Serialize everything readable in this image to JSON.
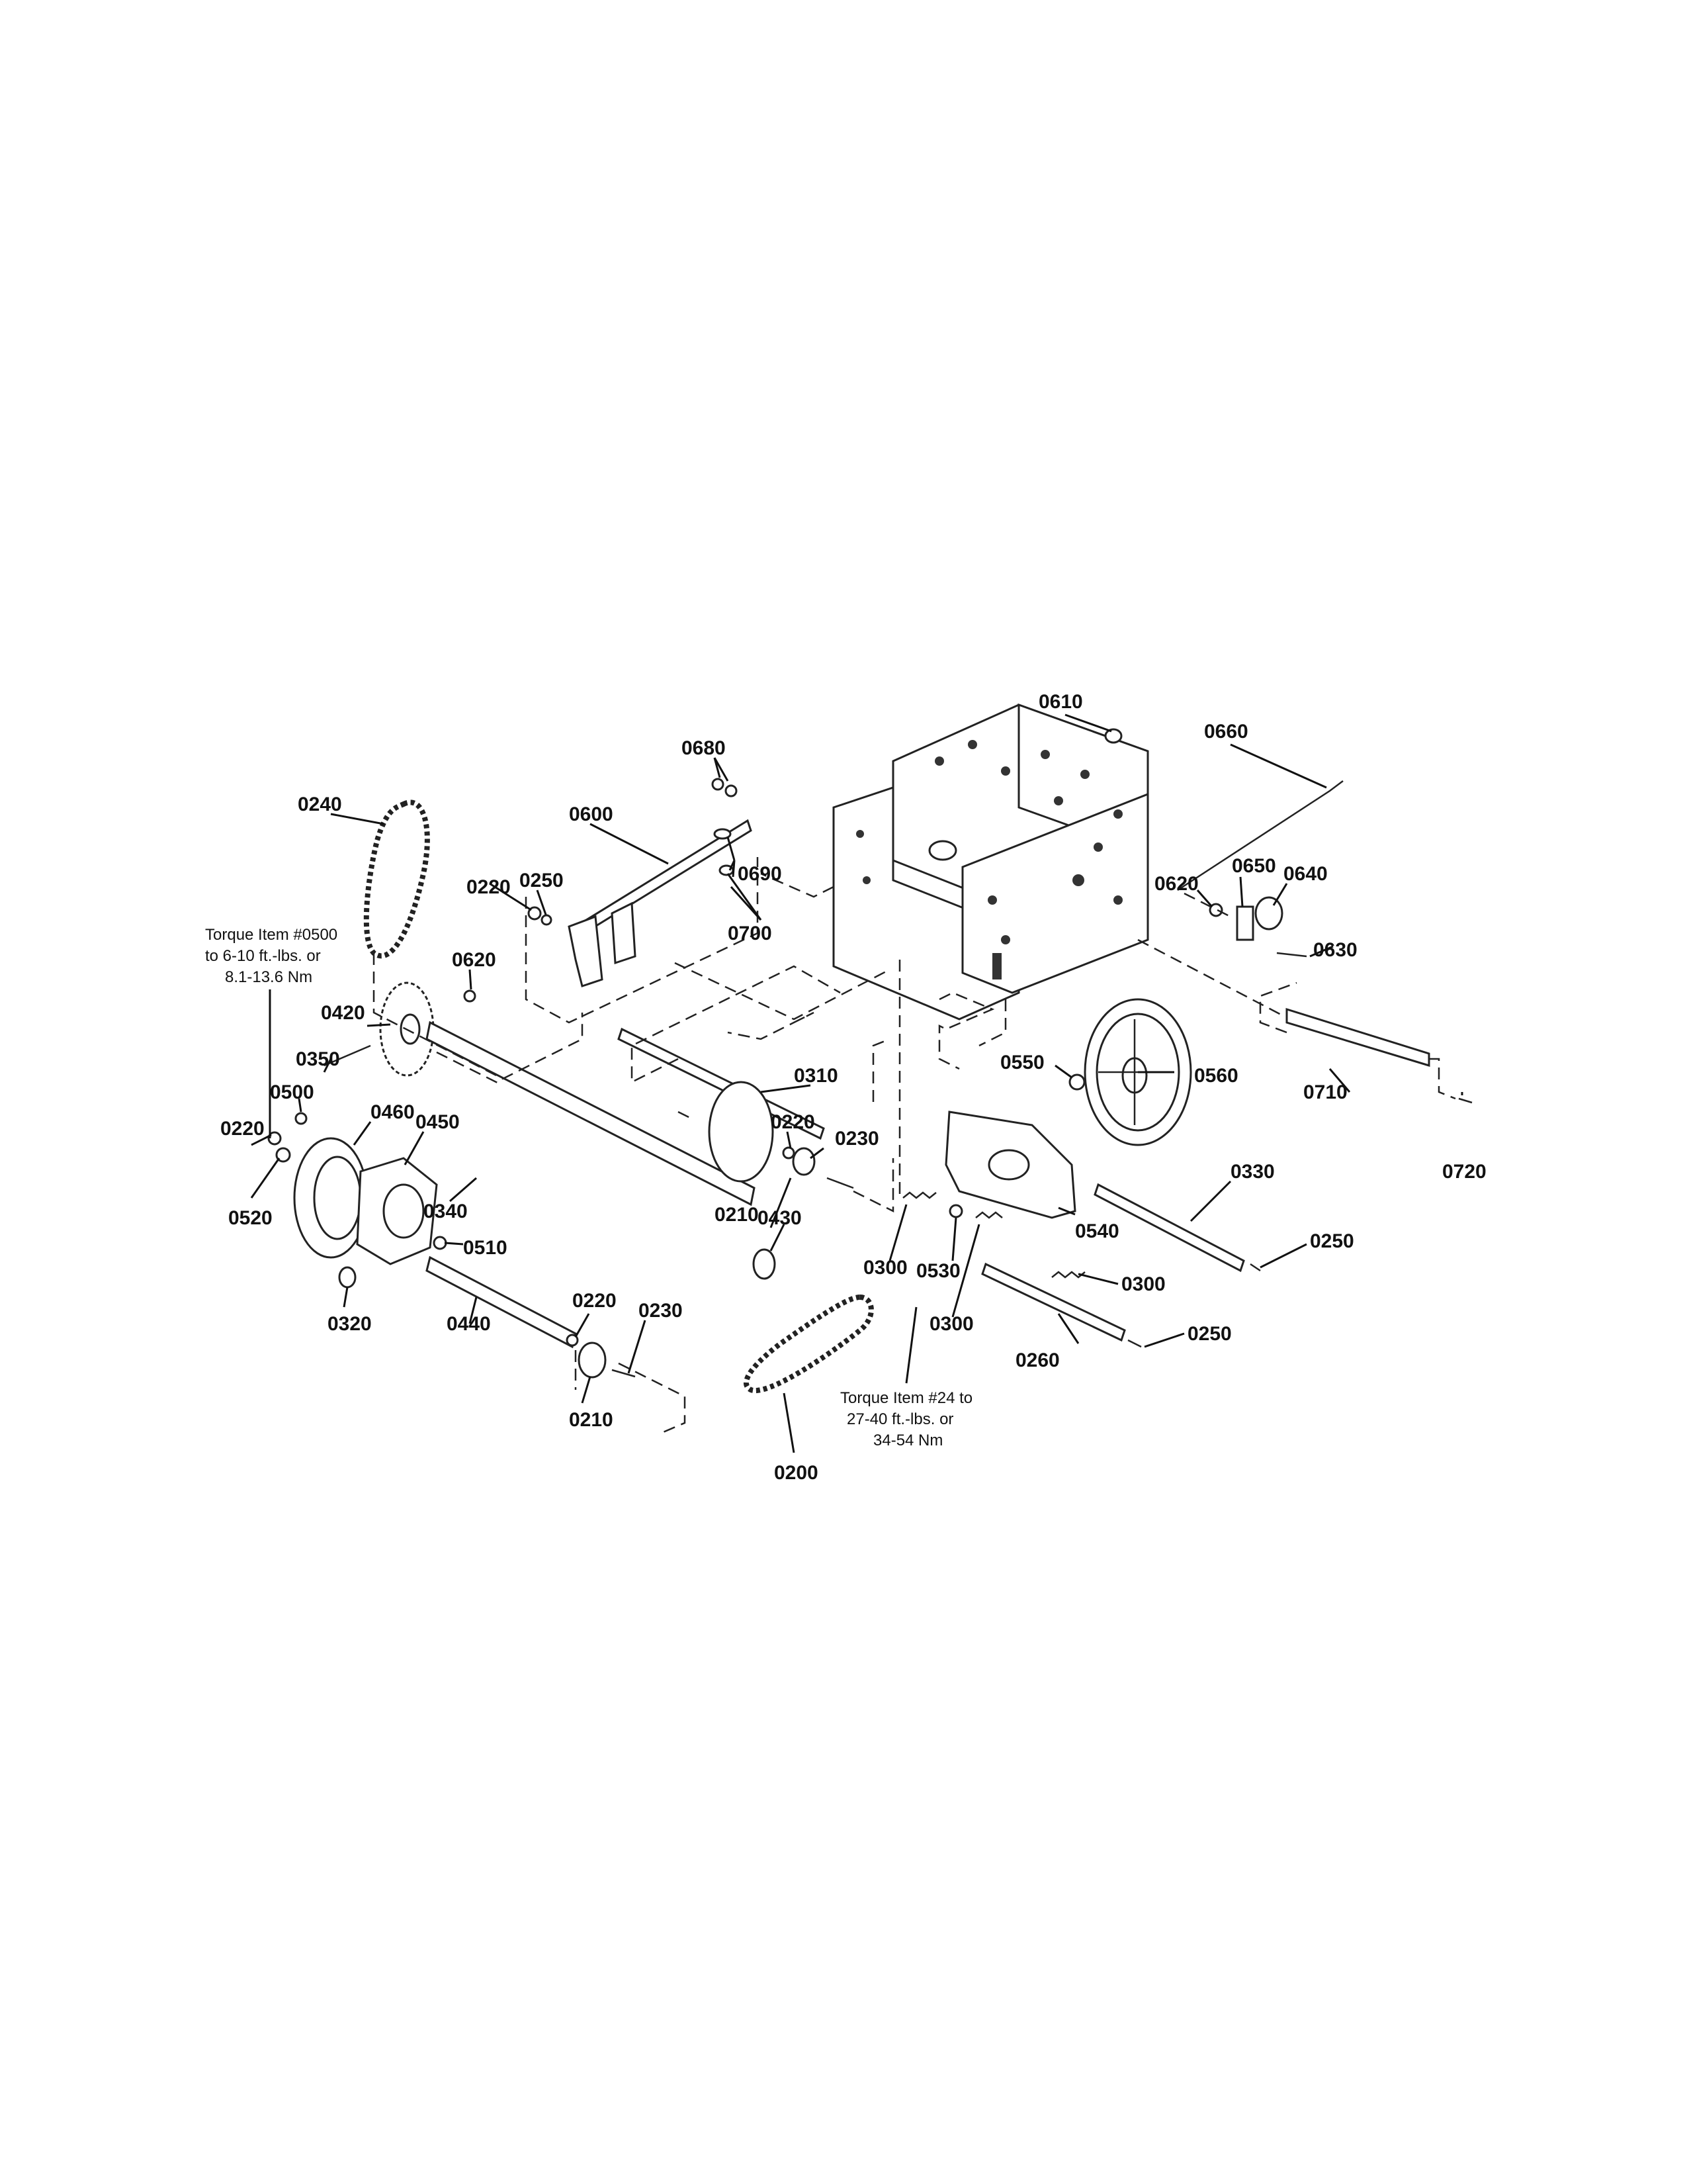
{
  "labels": {
    "p0610": "0610",
    "p0660": "0660",
    "p0680": "0680",
    "p0600": "0600",
    "p0240": "0240",
    "p0250a": "0250",
    "p0220a": "0220",
    "p0690": "0690",
    "p0700": "0700",
    "p0650": "0650",
    "p0640": "0640",
    "p0620a": "0620",
    "p0630": "0630",
    "p0620b": "0620",
    "p0420": "0420",
    "p0350": "0350",
    "p0310": "0310",
    "p0560": "0560",
    "p0550": "0550",
    "p0220b": "0220",
    "p0710": "0710",
    "p0500": "0500",
    "p0460": "0460",
    "p0450": "0450",
    "p0220c": "0220",
    "p0230a": "0230",
    "p0330": "0330",
    "p0720": "0720",
    "p0340": "0340",
    "p0210a": "0210",
    "p0430": "0430",
    "p0540": "0540",
    "p0520": "0520",
    "p0510": "0510",
    "p0300a": "0300",
    "p0530": "0530",
    "p0250b": "0250",
    "p0300b": "0300",
    "p0300c": "0300",
    "p0220d": "0220",
    "p0230b": "0230",
    "p0320": "0320",
    "p0440": "0440",
    "p0260": "0260",
    "p0250c": "0250",
    "p0210b": "0210",
    "p0200": "0200"
  },
  "notes": {
    "torque_left": [
      "Torque Item #0500",
      "to 6-10 ft.-lbs. or",
      "8.1-13.6 Nm"
    ],
    "torque_bottom": [
      "Torque Item #24 to",
      "27-40 ft.-lbs. or",
      "34-54 Nm"
    ]
  },
  "colors": {
    "ink": "#222222",
    "background": "#ffffff"
  }
}
